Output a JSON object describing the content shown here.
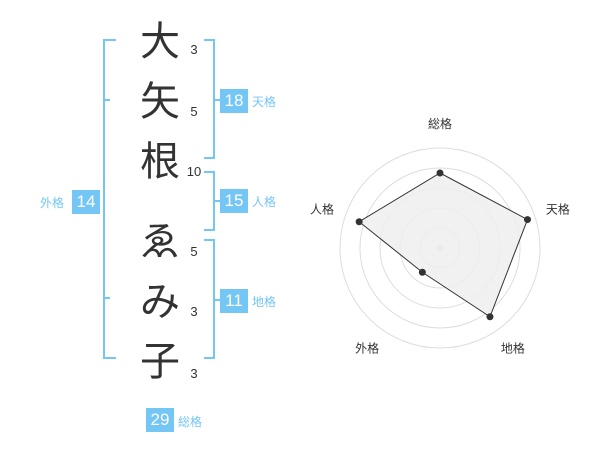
{
  "name": {
    "characters": [
      "大",
      "矢",
      "根",
      "ゑ",
      "み",
      "子"
    ],
    "strokes": [
      "3",
      "5",
      "10",
      "5",
      "3",
      "3"
    ]
  },
  "fortunes": {
    "tenkaku": {
      "value": "18",
      "label": "天格"
    },
    "jinkaku": {
      "value": "15",
      "label": "人格"
    },
    "chikaku": {
      "value": "11",
      "label": "地格"
    },
    "gaikaku": {
      "value": "14",
      "label": "外格"
    },
    "soukaku": {
      "value": "29",
      "label": "総格"
    }
  },
  "chart_data": {
    "type": "radar",
    "axes": [
      "総格",
      "天格",
      "地格",
      "外格",
      "人格"
    ],
    "values": [
      0.75,
      0.92,
      0.85,
      0.3,
      0.85
    ],
    "rings": 5,
    "colors": {
      "fill": "#eeeeee",
      "line": "#333333",
      "grid": "#dddddd",
      "center": "#cccccc"
    }
  },
  "colors": {
    "accent": "#74c6f5",
    "text": "#333333"
  }
}
